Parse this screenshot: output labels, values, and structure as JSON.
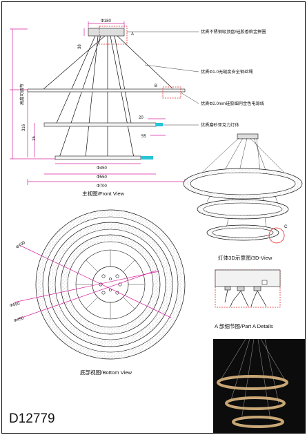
{
  "model": "D12779",
  "views": {
    "front": "主视图/Front View",
    "bottom": "底部视图/Bottom View",
    "three_d": "灯体3D示意图/3D-View",
    "part_a": "A 部细节图/Part A Details"
  },
  "annotations": {
    "a": "优质不锈钢吸顶盘/硅胶香槟金拼圈",
    "b": "优质Φ1.0无缝度安全钢丝绳",
    "c": "优质Φ2.0mm硅胶细同金色电源线",
    "d": "优质磨砂亚克力灯体"
  },
  "markers": {
    "a": "A",
    "b": "B",
    "c": "C"
  },
  "dims": {
    "canopy": "Φ180",
    "canopy_h": "38",
    "adjust": "高度可调节",
    "h316": "316",
    "h15": "15",
    "w20": "20",
    "w55": "55",
    "d450": "Φ450",
    "d550": "Φ550",
    "d700": "Φ700",
    "b700": "Φ700",
    "b550": "Φ550",
    "b450": "Φ450"
  },
  "colors": {
    "dimension": "#d6249f",
    "callout": "#e02020",
    "highlight": "#27c4d6",
    "line": "#111111"
  }
}
